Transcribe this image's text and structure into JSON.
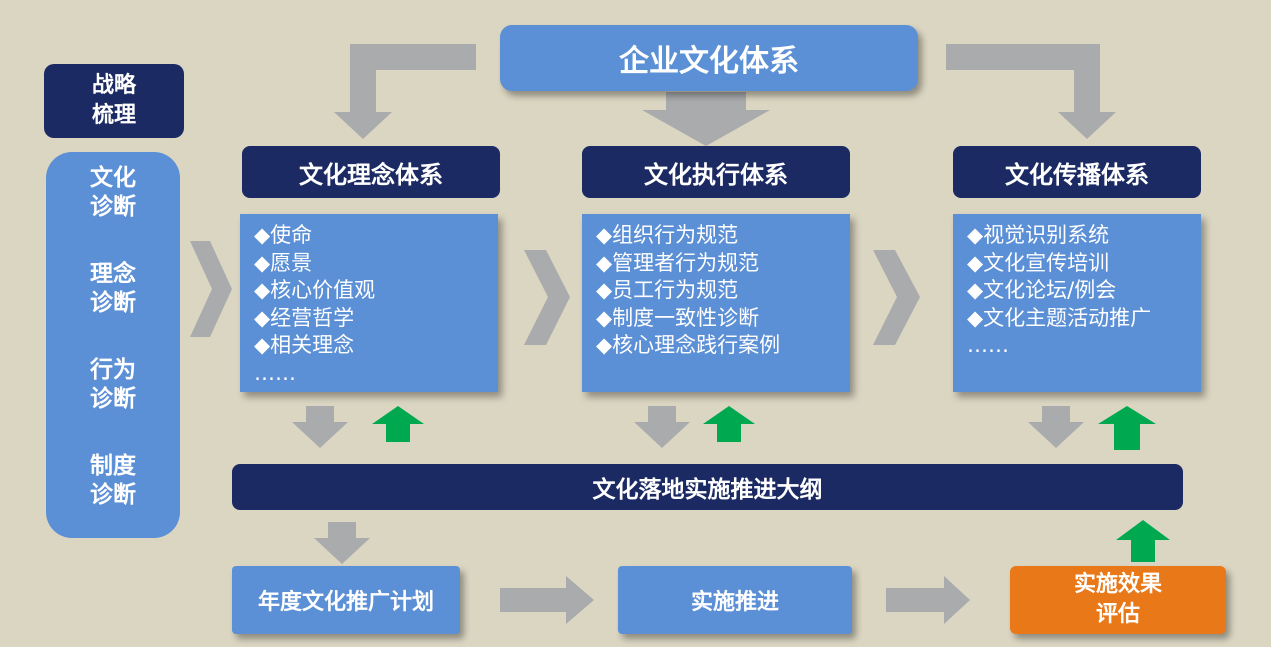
{
  "top_title": "企业文化体系",
  "left": {
    "strategy": [
      "战略",
      "梳理"
    ],
    "diagnostics": [
      [
        "文化",
        "诊断"
      ],
      [
        "理念",
        "诊断"
      ],
      [
        "行为",
        "诊断"
      ],
      [
        "制度",
        "诊断"
      ]
    ]
  },
  "sections": [
    {
      "title": "文化理念体系",
      "items": [
        "◆使命",
        "◆愿景",
        "◆核心价值观",
        "◆经营哲学",
        "◆相关理念",
        "……"
      ]
    },
    {
      "title": "文化执行体系",
      "items": [
        "◆组织行为规范",
        "◆管理者行为规范",
        "◆员工行为规范",
        "◆制度一致性诊断",
        "◆核心理念践行案例"
      ]
    },
    {
      "title": "文化传播体系",
      "items": [
        "◆视觉识别系统",
        "◆文化宣传培训",
        "◆文化论坛/例会",
        "◆文化主题活动推广",
        "……"
      ]
    }
  ],
  "outline": "文化落地实施推进大纲",
  "bottom": {
    "plan": "年度文化推广计划",
    "execute": "实施推进",
    "evaluate": [
      "实施效果",
      "评估"
    ]
  },
  "colors": {
    "background": "#dbd6c2",
    "navy": "#1c2a63",
    "blue": "#5b8fd6",
    "orange": "#e97818",
    "gray_arrow": "#a9abad",
    "green_arrow": "#00a94f"
  }
}
